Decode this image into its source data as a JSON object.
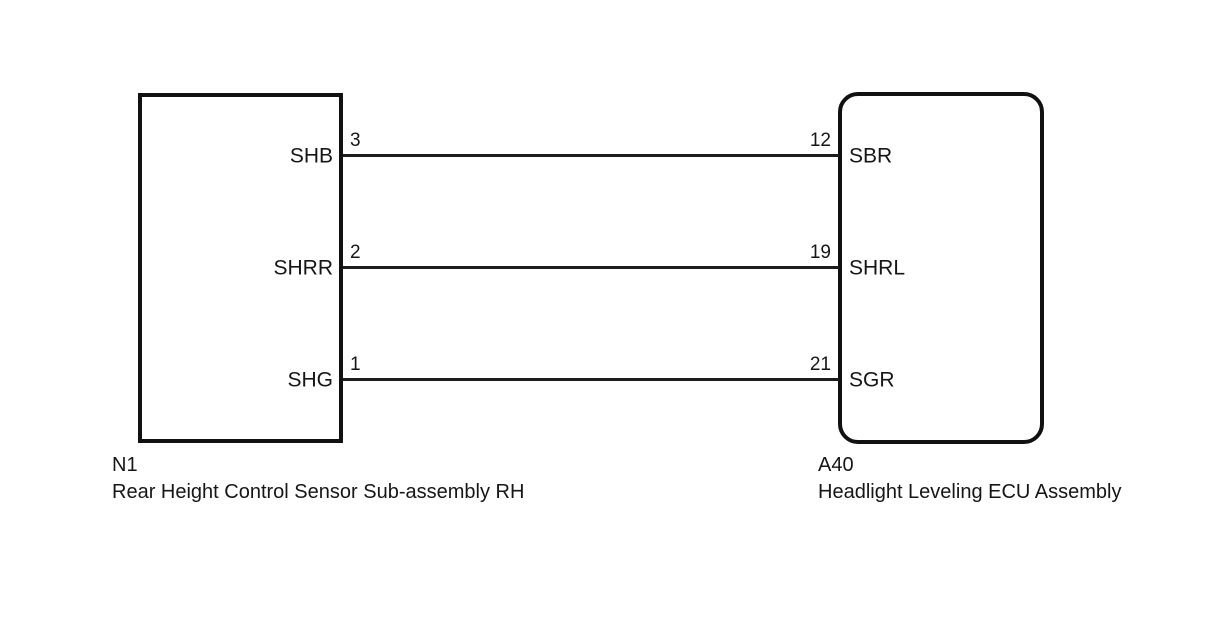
{
  "diagram": {
    "type": "wiring-diagram",
    "background_color": "#ffffff",
    "line_color": "#1d1d1d",
    "border_color": "#111111"
  },
  "left_component": {
    "code": "N1",
    "name": "Rear Height Control Sensor Sub-assembly RH",
    "shape": "rectangle",
    "pins": [
      {
        "number": "3",
        "signal": "SHB"
      },
      {
        "number": "2",
        "signal": "SHRR"
      },
      {
        "number": "1",
        "signal": "SHG"
      }
    ]
  },
  "right_component": {
    "code": "A40",
    "name": "Headlight Leveling ECU Assembly",
    "shape": "rounded-rectangle",
    "pins": [
      {
        "number": "12",
        "signal": "SBR"
      },
      {
        "number": "19",
        "signal": "SHRL"
      },
      {
        "number": "21",
        "signal": "SGR"
      }
    ]
  },
  "connections": [
    {
      "from_pin": "3",
      "from_signal": "SHB",
      "to_pin": "12",
      "to_signal": "SBR"
    },
    {
      "from_pin": "2",
      "from_signal": "SHRR",
      "to_pin": "19",
      "to_signal": "SHRL"
    },
    {
      "from_pin": "1",
      "from_signal": "SHG",
      "to_pin": "21",
      "to_signal": "SGR"
    }
  ]
}
